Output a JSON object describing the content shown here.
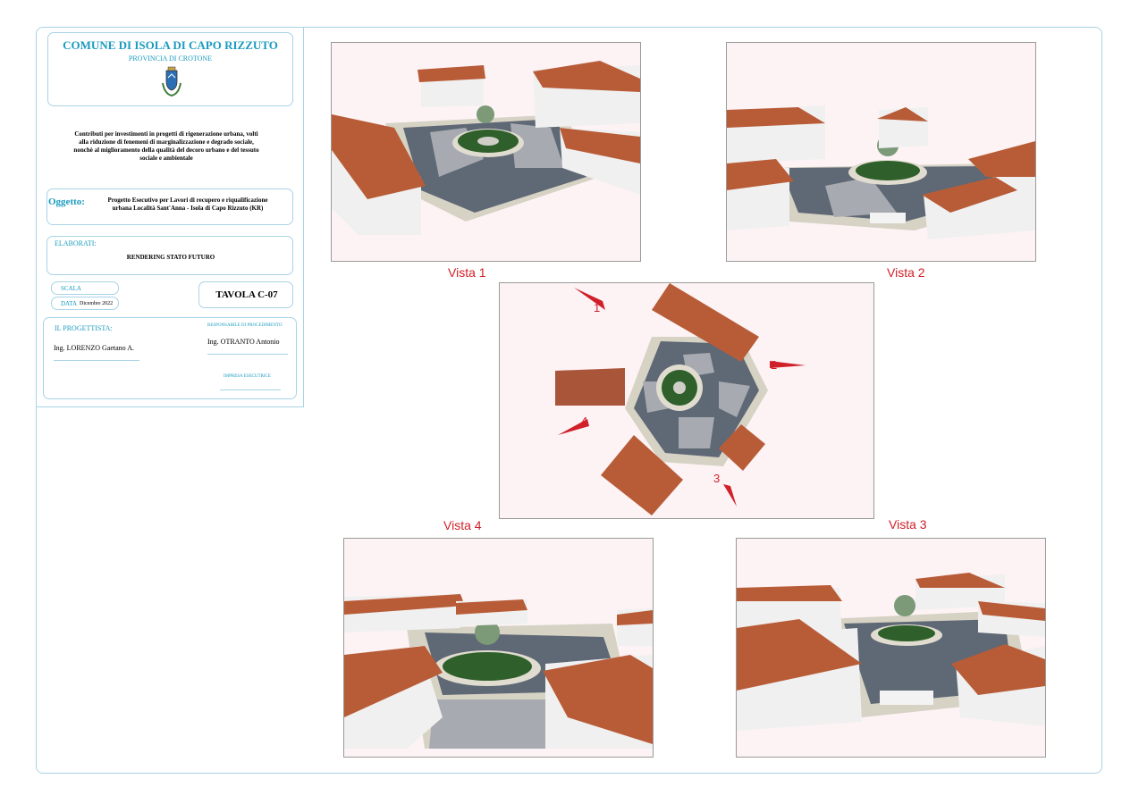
{
  "header": {
    "comune": "COMUNE DI ISOLA DI CAPO RIZZUTO",
    "provincia": "PROVINCIA DI CROTONE"
  },
  "contributi_lines": [
    "Contributi per investimenti in progetti di rigenerazione urbana, volti",
    "alla riduzione di fenemeni di marginalizzazione e degrado sociale,",
    "nonchè al miglioramento della qualità del decoro urbano e del tessuto",
    "sociale e ambientale"
  ],
  "oggetto": {
    "label": "Oggetto:",
    "line1": "Progetto Esecutivo per Lavori di recupero e riqualificazione",
    "line2": "urbana Località Sant'Anna - Isola di Capo Rizzuto (KR)"
  },
  "elaborati": {
    "label": "ELABORATI:",
    "title": "RENDERING STATO FUTURO"
  },
  "scala": {
    "label": "SCALA"
  },
  "data": {
    "label": "DATA",
    "value": "Dicembre 2022"
  },
  "tavola": {
    "text": "TAVOLA  C-07"
  },
  "progettista": {
    "label": "IL PROGETTISTA:",
    "name": "Ing. LORENZO Gaetano A."
  },
  "responsabile": {
    "label": "RESPONSABILE DI PROCEDIMENTO",
    "name": "Ing. OTRANTO Antonio"
  },
  "impresa": {
    "label": "IMPRESA ESECUTRICE"
  },
  "views": {
    "vista1": "Vista 1",
    "vista2": "Vista 2",
    "vista3": "Vista 3",
    "vista4": "Vista 4"
  },
  "plan_markers": [
    "1",
    "2",
    "3",
    "4"
  ],
  "colors": {
    "accent": "#1a9bc0",
    "caption": "#d0202a",
    "roof": "#b85c38",
    "paving_dark": "#5f6875",
    "paving_light": "#d6d2c4",
    "grass": "#2f5f2a"
  }
}
